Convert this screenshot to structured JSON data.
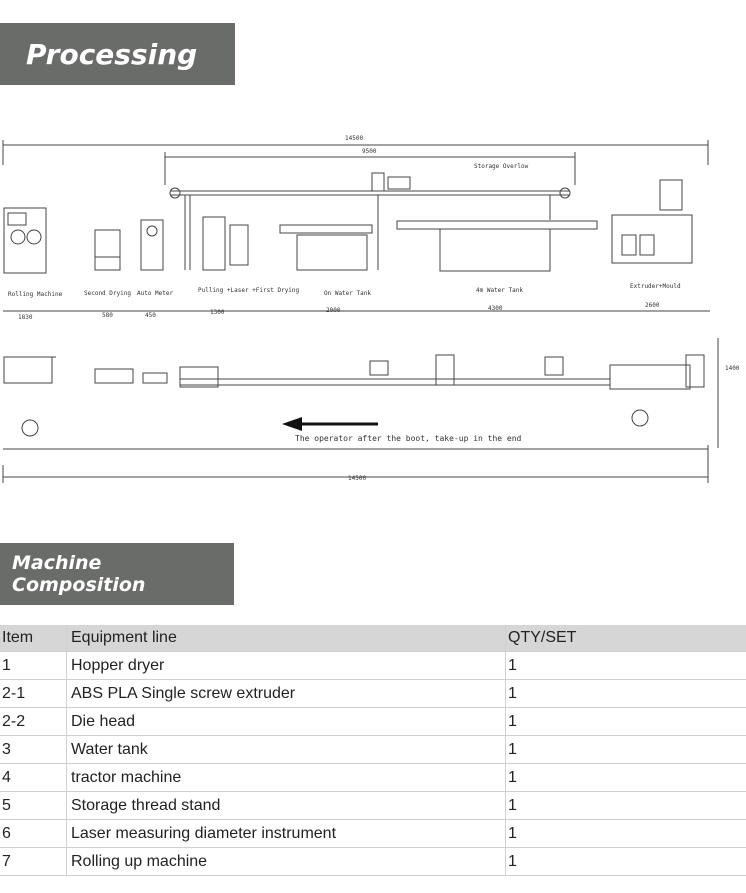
{
  "banners": {
    "processing": "Processing",
    "composition": "Machine Composition"
  },
  "drawing": {
    "top_total": "14500",
    "top_inner": "9500",
    "storage_label": "Storage Overlow",
    "stations": [
      "Rolling Machine",
      "Second Drying",
      "Auto Meter",
      "Pulling +Laser +First Drying",
      "On Water Tank",
      "4m Water Tank",
      "Extruder+Mould"
    ],
    "dims": [
      "1830",
      "580",
      "450",
      "1300",
      "2000",
      "4300",
      "2600"
    ],
    "operator_note": "The operator after the boot, take-up in the end",
    "bottom_total": "14500",
    "side_dim": "1400"
  },
  "table": {
    "headers": [
      "Item",
      "Equipment line",
      "QTY/SET"
    ],
    "rows": [
      [
        "1",
        "Hopper dryer",
        "1"
      ],
      [
        "2-1",
        "ABS PLA Single screw extruder",
        "1"
      ],
      [
        "2-2",
        "Die head",
        "1"
      ],
      [
        "3",
        "Water tank",
        "1"
      ],
      [
        "4",
        "tractor machine",
        "1"
      ],
      [
        "5",
        "Storage thread stand",
        "1"
      ],
      [
        "6",
        "Laser measuring diameter instrument",
        "1"
      ],
      [
        "7",
        "Rolling up machine",
        "1"
      ]
    ]
  }
}
